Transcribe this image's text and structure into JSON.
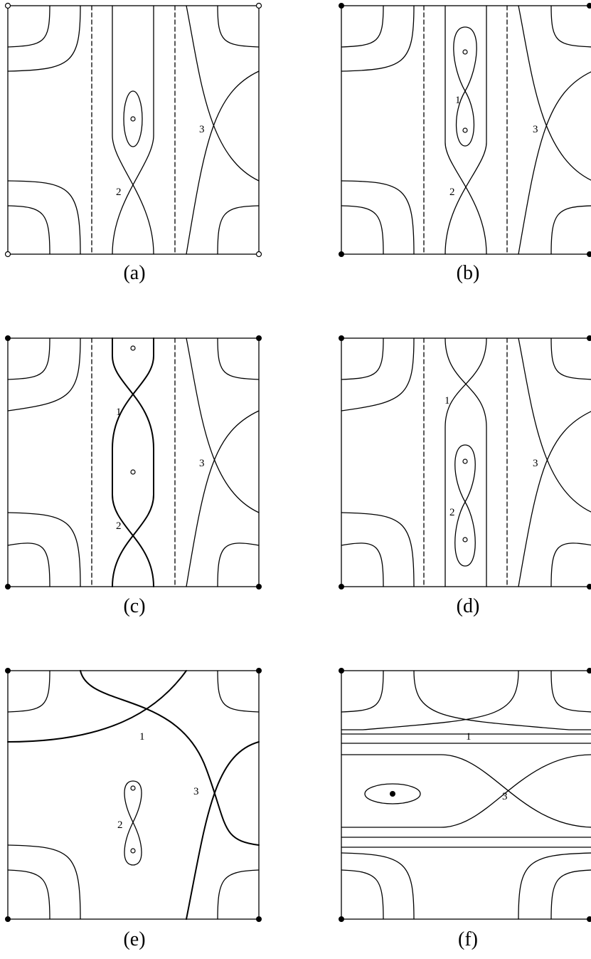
{
  "panels": [
    {
      "caption": "(a)",
      "labels": [
        "2",
        "3"
      ]
    },
    {
      "caption": "(b)",
      "labels": [
        "1",
        "2",
        "3"
      ]
    },
    {
      "caption": "(c)",
      "labels": [
        "1",
        "2",
        "3"
      ]
    },
    {
      "caption": "(d)",
      "labels": [
        "1",
        "2",
        "3"
      ]
    },
    {
      "caption": "(e)",
      "labels": [
        "1",
        "3",
        "2"
      ]
    },
    {
      "caption": "(f)",
      "labels": [
        "1",
        "3"
      ]
    }
  ],
  "colors": {
    "stroke": "#000000",
    "background": "#ffffff"
  }
}
